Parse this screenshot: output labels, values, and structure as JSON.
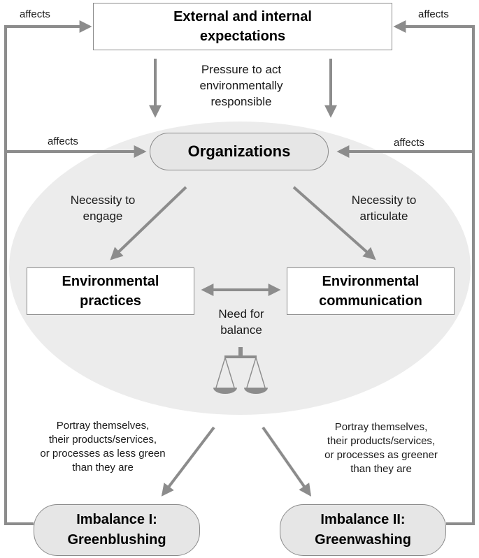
{
  "nodes": {
    "expectations": "External and internal\nexpectations",
    "organizations": "Organizations",
    "practices": "Environmental\npractices",
    "communication": "Environmental\ncommunication",
    "greenblushing": "Imbalance I:\nGreenblushing",
    "greenwashing": "Imbalance II:\nGreenwashing"
  },
  "edge_labels": {
    "pressure": "Pressure to act\nenvironmentally\nresponsible",
    "affects_top_left": "affects",
    "affects_top_right": "affects",
    "affects_mid_left": "affects",
    "affects_mid_right": "affects",
    "necessity_engage": "Necessity to\nengage",
    "necessity_articulate": "Necessity to\narticulate",
    "need_balance": "Need for\nbalance",
    "portray_less_green": "Portray themselves,\ntheir products/services,\nor processes as less green\nthan they are",
    "portray_greener": "Portray themselves,\ntheir products/services,\nor processes as greener\nthan they are"
  },
  "icons": [
    "balance-scale-icon"
  ],
  "colors": {
    "arrow": "#8c8c8c",
    "ellipse_fill": "#ececec",
    "pill_fill": "#e6e6e6",
    "box_border": "#8c8c8c"
  }
}
